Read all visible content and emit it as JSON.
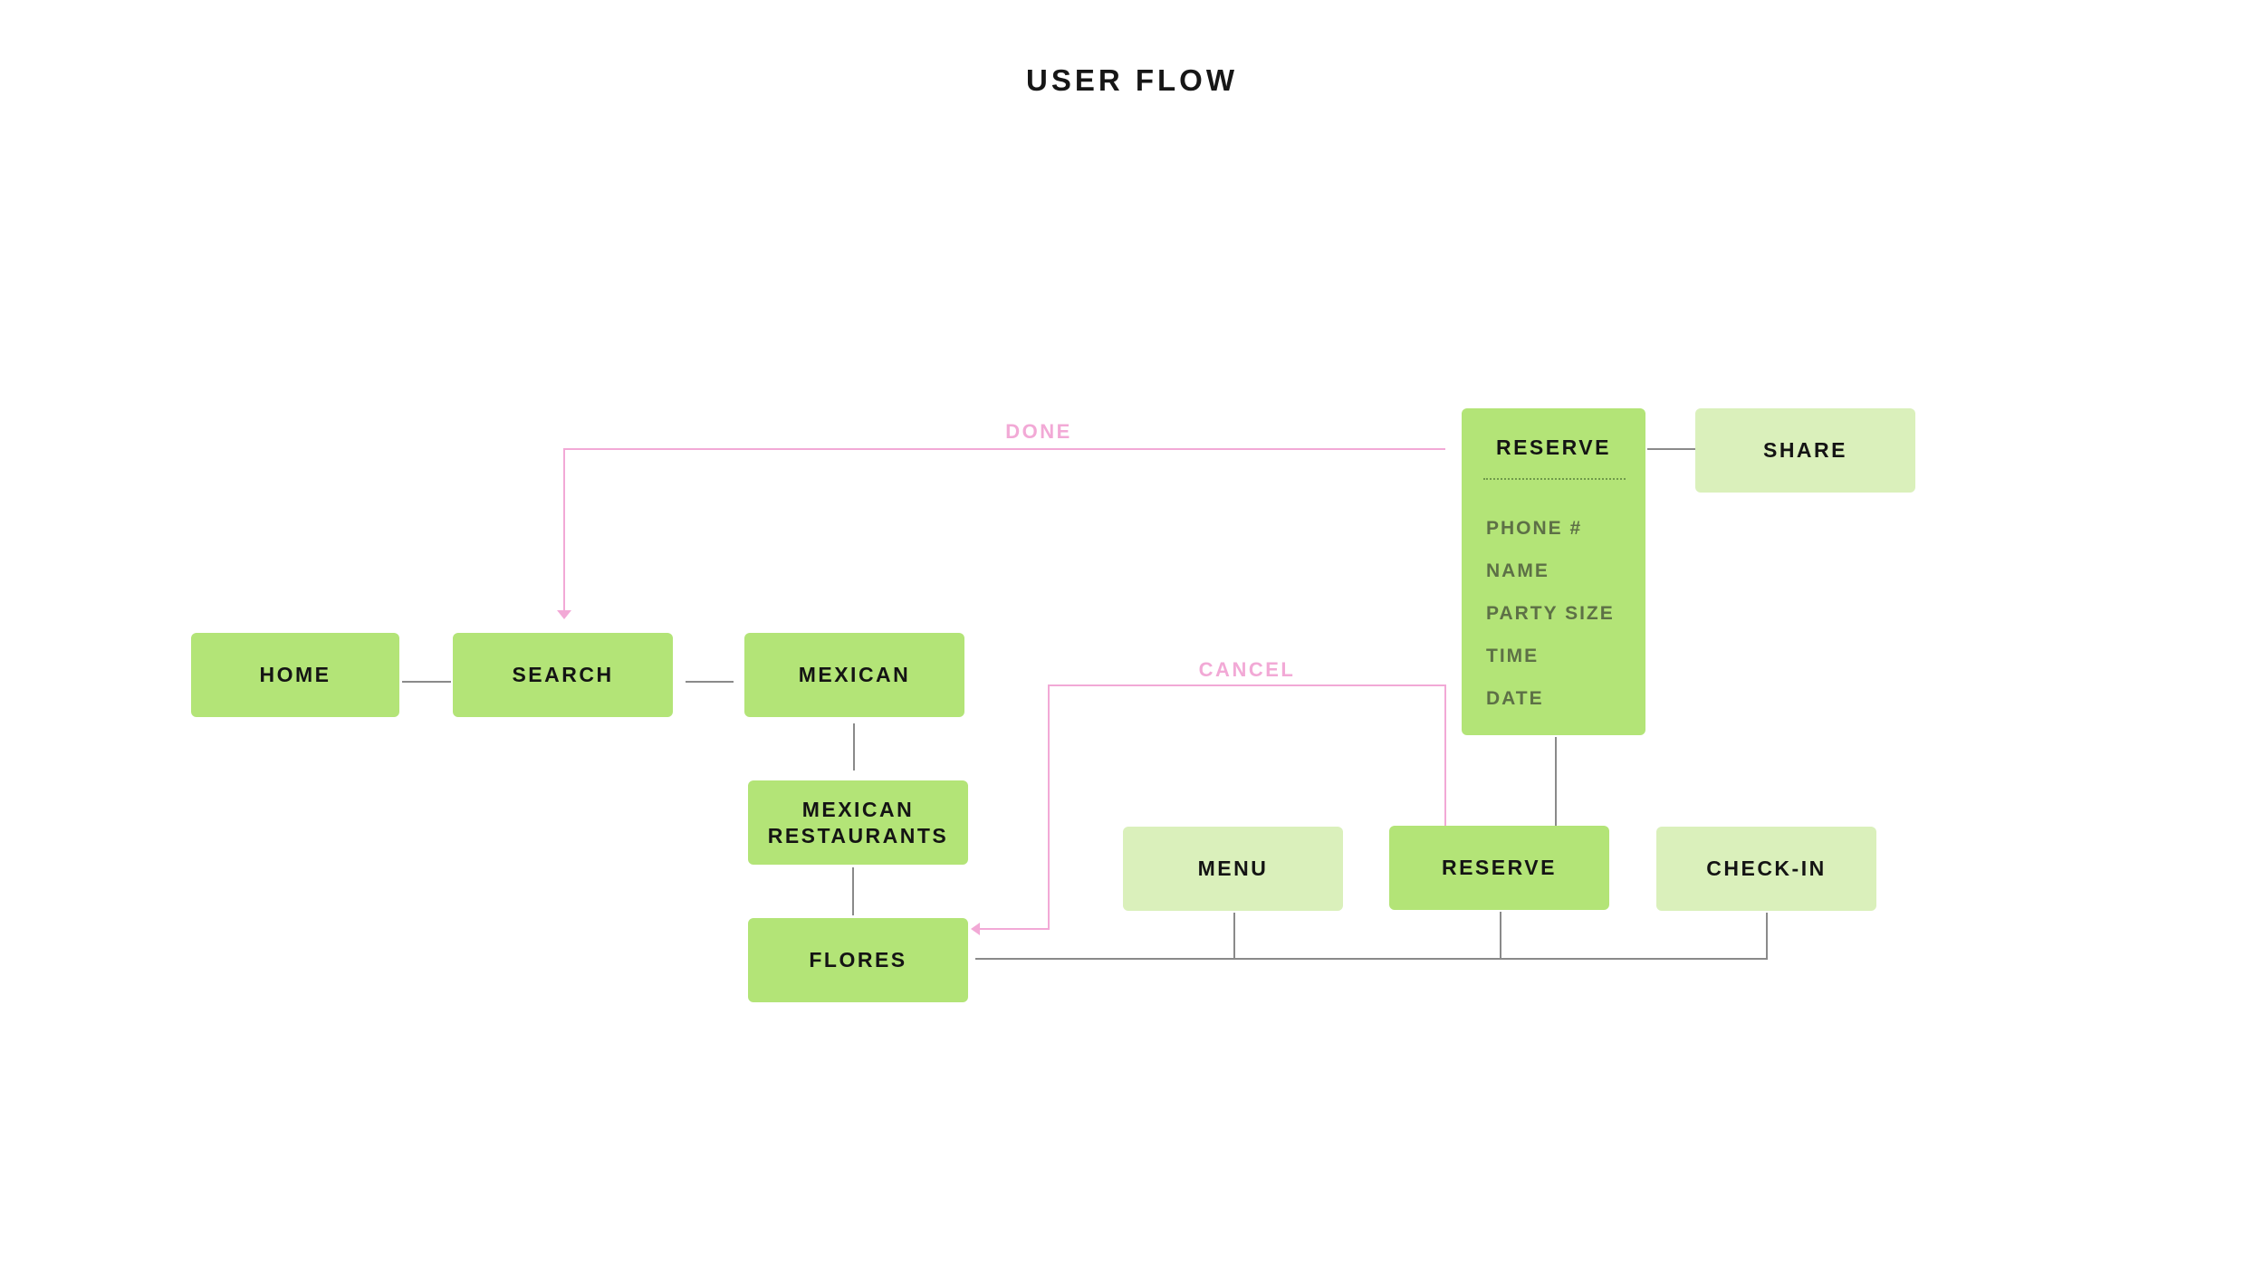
{
  "title": "USER FLOW",
  "colors": {
    "node_primary": "#b3e477",
    "node_secondary": "#daf0bb",
    "connector": "#8a8a8a",
    "return_path": "#f2a9d6",
    "text": "#141414",
    "field_text": "#5d7046"
  },
  "nodes": {
    "home": "HOME",
    "search": "SEARCH",
    "mexican": "MEXICAN",
    "mexican_restaurants_line1": "MEXICAN",
    "mexican_restaurants_line2": "RESTAURANTS",
    "flores": "FLORES",
    "menu": "MENU",
    "reserve": "RESERVE",
    "check_in": "CHECK-IN",
    "share": "SHARE"
  },
  "reserve_form": {
    "title": "RESERVE",
    "fields": [
      "PHONE #",
      "NAME",
      "PARTY SIZE",
      "TIME",
      "DATE"
    ]
  },
  "edge_labels": {
    "done": "DONE",
    "cancel": "CANCEL"
  }
}
